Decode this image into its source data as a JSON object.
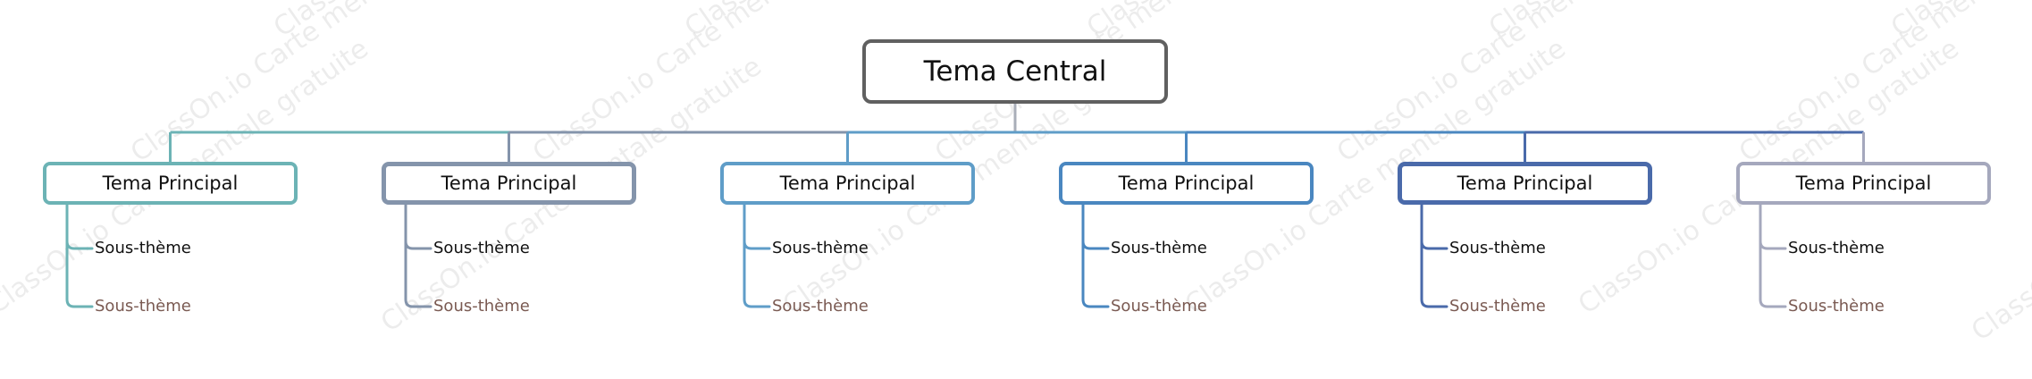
{
  "central": {
    "label": "Tema Central",
    "border_color": "#606060"
  },
  "branches": [
    {
      "label": "Tema Principal",
      "color": "#6cb3b5",
      "subs": [
        {
          "label": "Sous-thème",
          "color": "#111111"
        },
        {
          "label": "Sous-thème",
          "color": "#7a5a52"
        }
      ]
    },
    {
      "label": "Tema Principal",
      "color": "#8494ab",
      "subs": [
        {
          "label": "Sous-thème",
          "color": "#111111"
        },
        {
          "label": "Sous-thème",
          "color": "#7a5a52"
        }
      ]
    },
    {
      "label": "Tema Principal",
      "color": "#5f9dc8",
      "subs": [
        {
          "label": "Sous-thème",
          "color": "#111111"
        },
        {
          "label": "Sous-thème",
          "color": "#7a5a52"
        }
      ]
    },
    {
      "label": "Tema Principal",
      "color": "#4a87c0",
      "subs": [
        {
          "label": "Sous-thème",
          "color": "#111111"
        },
        {
          "label": "Sous-thème",
          "color": "#7a5a52"
        }
      ]
    },
    {
      "label": "Tema Principal",
      "color": "#4a6aaa",
      "subs": [
        {
          "label": "Sous-thème",
          "color": "#111111"
        },
        {
          "label": "Sous-thème",
          "color": "#7a5a52"
        }
      ]
    },
    {
      "label": "Tema Principal",
      "color": "#a5a8bd",
      "subs": [
        {
          "label": "Sous-thème",
          "color": "#111111"
        },
        {
          "label": "Sous-thème",
          "color": "#7a5a52"
        }
      ]
    }
  ],
  "connector_color": "#a9aeb8",
  "watermark": "ClassOn.io Carte mentale gratuite"
}
